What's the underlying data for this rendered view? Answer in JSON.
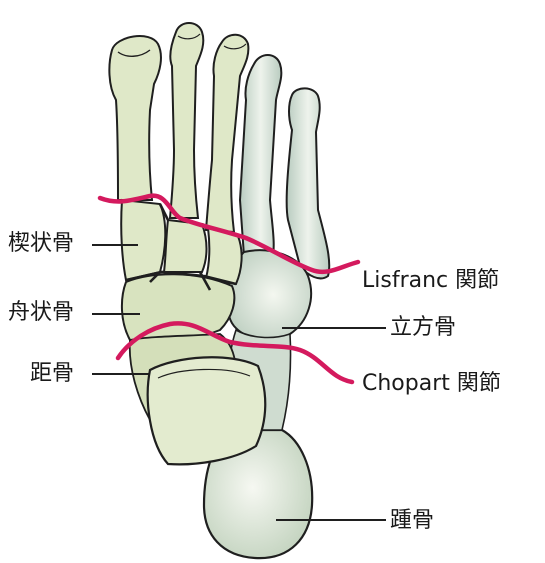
{
  "labels": {
    "cuneiform": "楔状骨",
    "navicular": "舟状骨",
    "talus": "距骨",
    "cuboid": "立方骨",
    "calcaneus": "踵骨",
    "lisfranc": "Lisfranc 関節",
    "chopart": "Chopart 関節"
  },
  "colors": {
    "bone_fill": "#dfe8c8",
    "bone_shade": "#c7d6a8",
    "bone_cool": "#c9d8cc",
    "bone_outline": "#1f1f1f",
    "joint_line": "#d41a5e"
  }
}
